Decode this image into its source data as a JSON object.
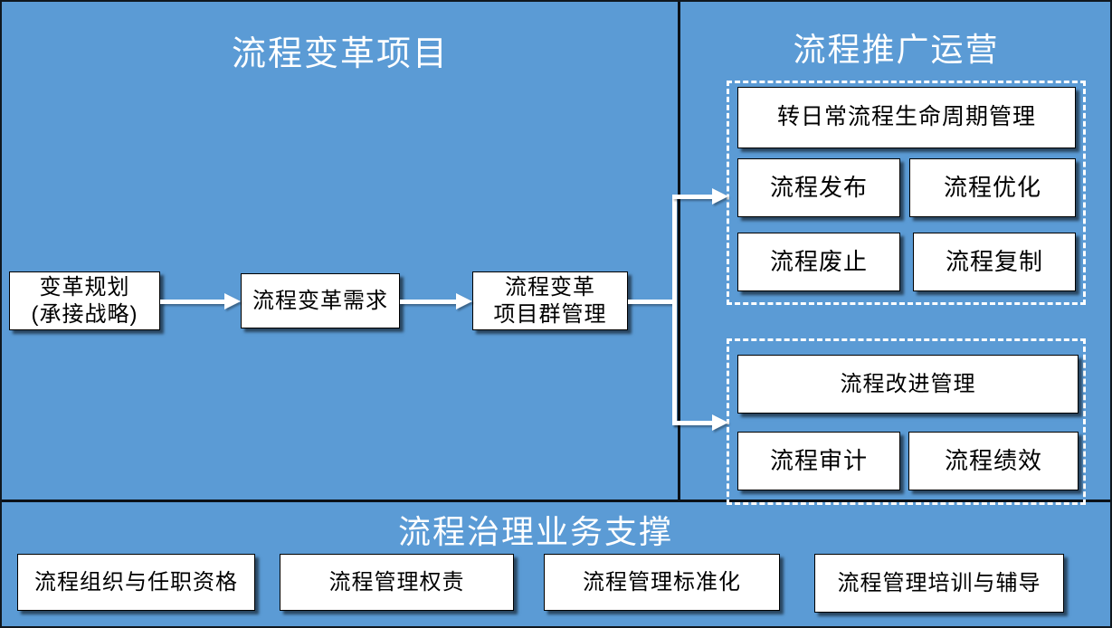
{
  "titles": {
    "left": "流程变革项目",
    "right": "流程推广运营",
    "bottom": "流程治理业务支撑"
  },
  "left_flow": [
    {
      "label": "变革规划\n(承接战略)"
    },
    {
      "label": "流程变革需求"
    },
    {
      "label": "流程变革\n项目群管理"
    }
  ],
  "promo_top": {
    "wide": "转日常流程生命周期管理",
    "cells": [
      "流程发布",
      "流程优化",
      "流程废止",
      "流程复制"
    ]
  },
  "promo_bottom": {
    "wide": "流程改进管理",
    "cells": [
      "流程审计",
      "流程绩效"
    ]
  },
  "support": {
    "boxes": [
      "流程组织与任职资格",
      "流程管理权责",
      "流程管理标准化",
      "流程管理培训与辅导"
    ]
  },
  "colors": {
    "background": "#5b9bd5",
    "divider": "#0b1118",
    "box_fill": "#ffffff",
    "box_border": "#000000",
    "box_text": "#000000",
    "title_text": "#ffffff",
    "dashed_border": "#ffffff",
    "arrow": "#ffffff"
  }
}
